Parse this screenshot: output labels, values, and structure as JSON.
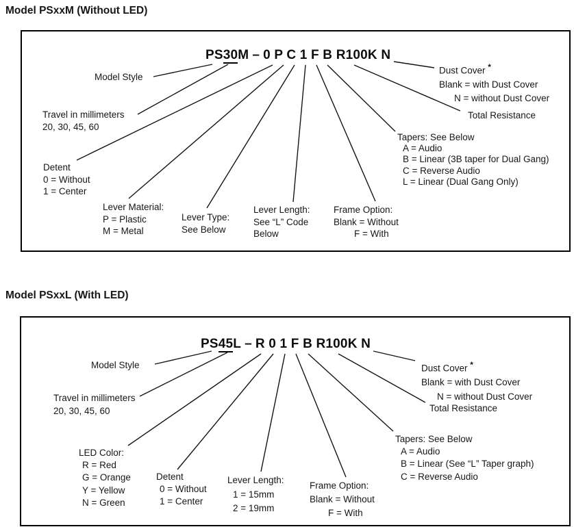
{
  "document": {
    "sections": [
      {
        "heading": "Model PSxxM (Without LED)",
        "part_number": {
          "prefix": "PS",
          "travel_code": "30",
          "style_suffix": "M",
          "separator": "–",
          "options": "0 P C 1 F B R100K N"
        },
        "callouts": {
          "model_style": "Model Style",
          "travel": {
            "line1": "Travel in millimeters",
            "line2": "20, 30, 45, 60"
          },
          "detent": {
            "line1": "Detent",
            "line2": "0 = Without",
            "line3": "1 = Center"
          },
          "lever_material": {
            "line1": "Lever Material:",
            "line2": "P = Plastic",
            "line3": "M = Metal"
          },
          "lever_type": {
            "line1": "Lever Type:",
            "line2": "See Below"
          },
          "lever_length": {
            "line1": "Lever Length:",
            "line2": "See “L” Code",
            "line3": "Below"
          },
          "frame_option": {
            "line1": "Frame Option:",
            "line2": "Blank = Without",
            "line3": "F = With"
          },
          "tapers": {
            "line1": "Tapers: See Below",
            "line2": "A = Audio",
            "line3": "B = Linear (3B taper for Dual Gang)",
            "line4": "C = Reverse Audio",
            "line5": "L = Linear (Dual Gang Only)"
          },
          "total_resistance": "Total Resistance",
          "dust_cover": {
            "title": "Dust Cover",
            "asterisk": "*",
            "line2": "Blank = with Dust Cover",
            "line3": "N = without Dust Cover"
          }
        }
      },
      {
        "heading": "Model PSxxL (With LED)",
        "part_number": {
          "prefix": "PS",
          "travel_code": "45",
          "style_suffix": "L",
          "separator": "–",
          "options": "R 0 1 F B R100K N"
        },
        "callouts": {
          "model_style": "Model Style",
          "travel": {
            "line1": "Travel in millimeters",
            "line2": "20, 30, 45, 60"
          },
          "led_color": {
            "line1": "LED Color:",
            "line2": "R = Red",
            "line3": "G = Orange",
            "line4": "Y = Yellow",
            "line5": "N = Green"
          },
          "detent": {
            "line1": "Detent",
            "line2": "0 = Without",
            "line3": "1 = Center"
          },
          "lever_length": {
            "line1": "Lever Length:",
            "line2": "1 = 15mm",
            "line3": "2 = 19mm"
          },
          "frame_option": {
            "line1": "Frame Option:",
            "line2": "Blank = Without",
            "line3": "F = With"
          },
          "tapers": {
            "line1": "Tapers: See Below",
            "line2": "A = Audio",
            "line3": "B = Linear (See “L” Taper graph)",
            "line4": "C = Reverse Audio"
          },
          "total_resistance": "Total Resistance",
          "dust_cover": {
            "title": "Dust Cover",
            "asterisk": "*",
            "line2": "Blank = with Dust Cover",
            "line3": "N = without Dust Cover"
          }
        }
      }
    ]
  }
}
